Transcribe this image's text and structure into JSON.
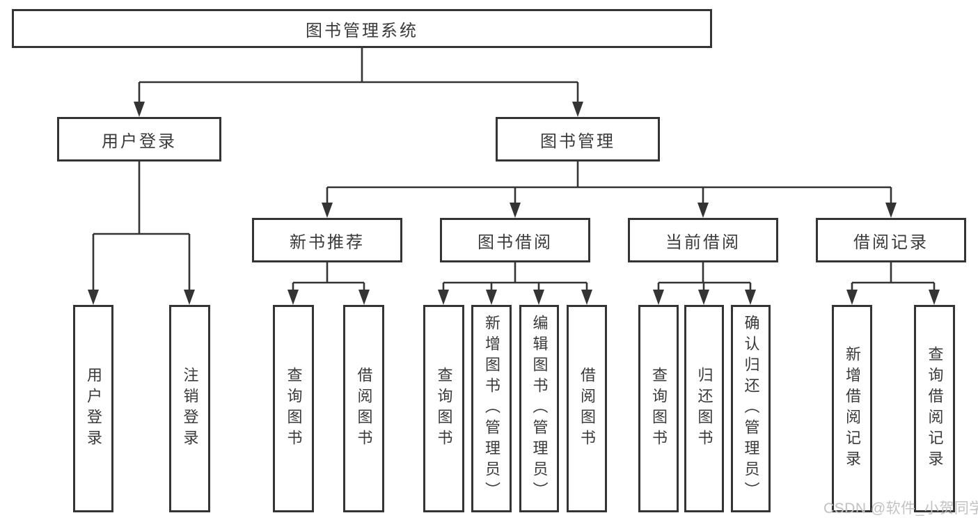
{
  "diagram": {
    "root": "图书管理系统",
    "branches": [
      {
        "label": "用户登录",
        "children": [
          "用户登录",
          "注销登录"
        ]
      },
      {
        "label": "图书管理",
        "sections": [
          {
            "label": "新书推荐",
            "children": [
              "查询图书",
              "借阅图书"
            ]
          },
          {
            "label": "图书借阅",
            "children": [
              "查询图书",
              "新增图书（管理员）",
              "编辑图书（管理员）",
              "借阅图书"
            ]
          },
          {
            "label": "当前借阅",
            "children": [
              "查询图书",
              "归还图书",
              "确认归还（管理员）"
            ]
          },
          {
            "label": "借阅记录",
            "children": [
              "新增借阅记录",
              "查询借阅记录"
            ]
          }
        ]
      }
    ]
  },
  "watermark": {
    "text": "CSDN @软件_小贺同学"
  },
  "colors": {
    "line": "#343434",
    "box_border": "#343434",
    "text": "#3a3a3a",
    "background": "#ffffff",
    "watermark": "#c2c2c2"
  }
}
